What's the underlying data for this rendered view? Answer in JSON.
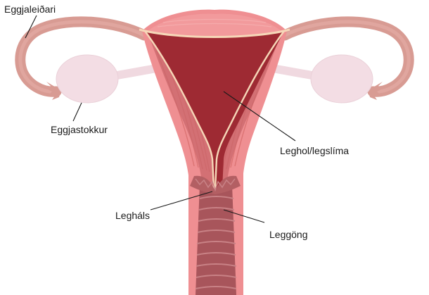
{
  "labels": {
    "fallopian_tube": "Eggjaleiðari",
    "ovary": "Eggjastokkur",
    "uterine_cavity": "Leghol/legslíma",
    "cervix": "Legháls",
    "vagina": "Leggöng"
  },
  "colors": {
    "background": "#ffffff",
    "tube": "#d89b93",
    "tube_dark": "#c3847c",
    "ovary": "#f3dde4",
    "ovary_stroke": "#ead0d8",
    "uterus_outer": "#ef8f92",
    "uterus_top": "#f29a9c",
    "muscle_stripe": "#d9706f",
    "endometrium": "#c9656a",
    "lining_edge": "#f6d7b8",
    "cavity": "#9e2a33",
    "vagina": "#a8555b",
    "vagina_ridge": "#c98286",
    "text": "#1a1a1a"
  }
}
